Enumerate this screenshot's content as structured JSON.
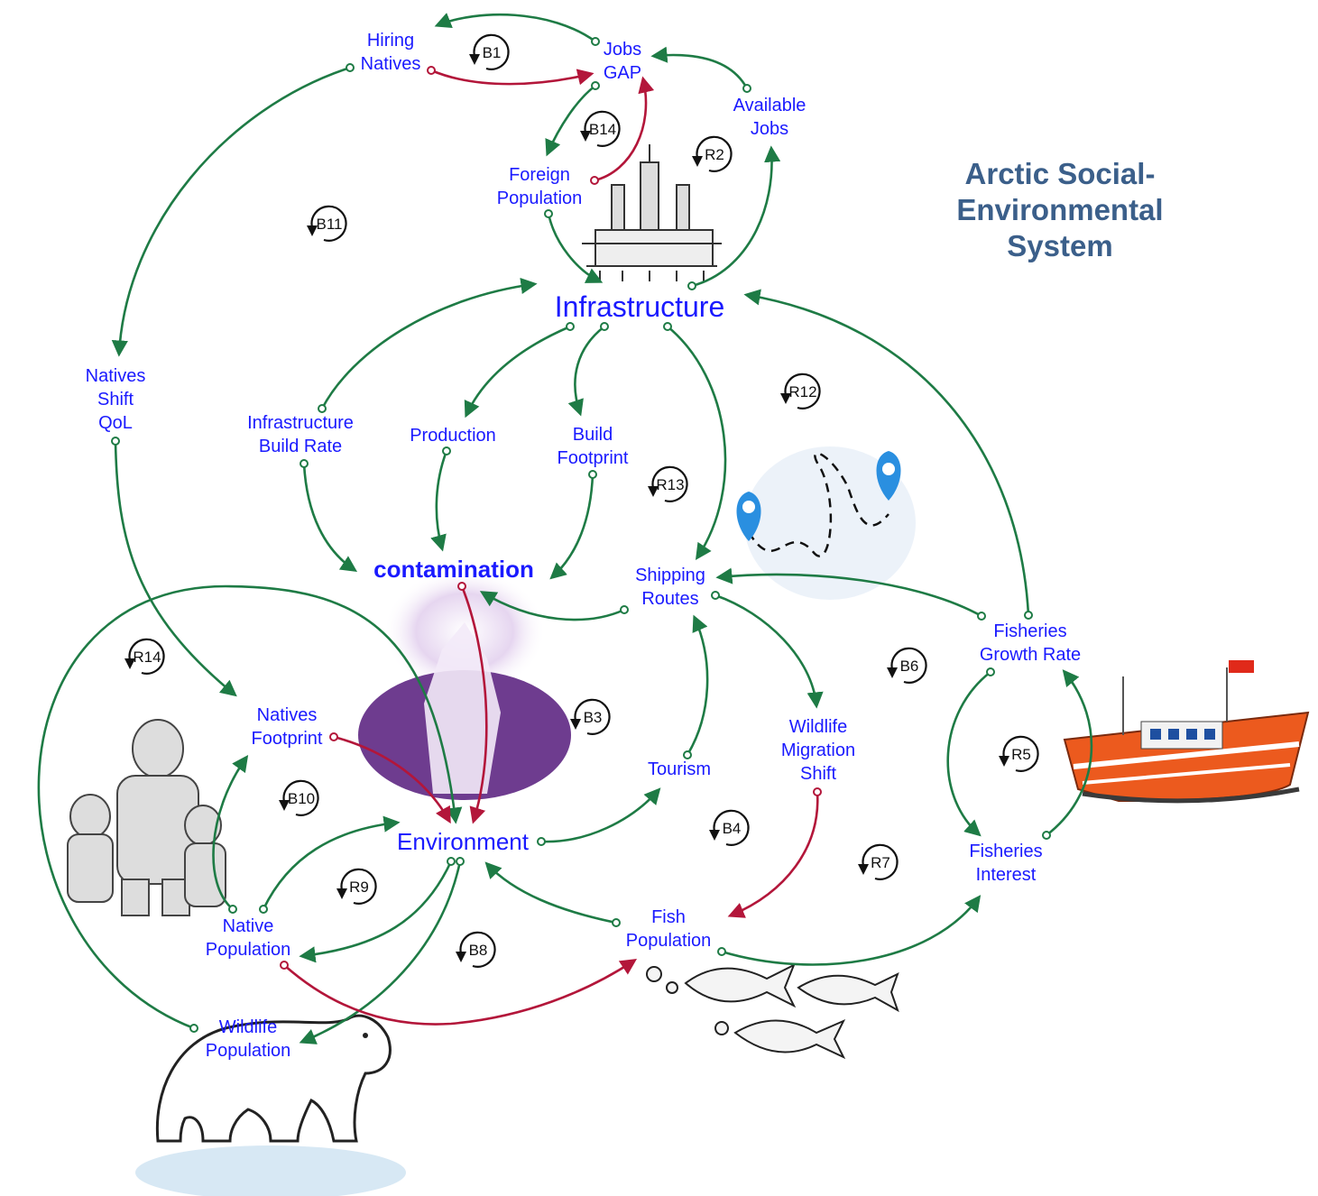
{
  "title": "Arctic Social-\nEnvironmental System",
  "colors": {
    "positive": "#1e7b45",
    "negative": "#b3163a",
    "node_text": "#1a1aff",
    "title": "#3b5f8a"
  },
  "nodes": {
    "hiring_natives": "Hiring\nNatives",
    "jobs_gap": "Jobs\nGAP",
    "available_jobs": "Available\nJobs",
    "foreign_population": "Foreign\nPopulation",
    "infrastructure": "Infrastructure",
    "natives_shift_qol": "Natives\nShift\nQoL",
    "infrastructure_build_rate": "Infrastructure\nBuild Rate",
    "production": "Production",
    "build_footprint": "Build\nFootprint",
    "contamination": "contamination",
    "shipping_routes": "Shipping\nRoutes",
    "fisheries_growth_rate": "Fisheries\nGrowth Rate",
    "natives_footprint": "Natives\nFootprint",
    "wildlife_migration_shift": "Wildlife\nMigration\nShift",
    "tourism": "Tourism",
    "environment": "Environment",
    "fisheries_interest": "Fisheries\nInterest",
    "native_population": "Native\nPopulation",
    "fish_population": "Fish\nPopulation",
    "wildlife_population": "Wildlife\nPopulation"
  },
  "loops": [
    "B1",
    "B14",
    "R2",
    "B11",
    "R12",
    "R13",
    "R14",
    "B3",
    "B6",
    "R5",
    "B10",
    "B4",
    "R9",
    "R7",
    "B8"
  ],
  "icons": [
    "oil-rig-illustration",
    "route-map-illustration",
    "iceberg-illustration",
    "inuit-family-illustration",
    "fishing-boat-illustration",
    "fish-school-illustration",
    "polar-bear-illustration"
  ]
}
